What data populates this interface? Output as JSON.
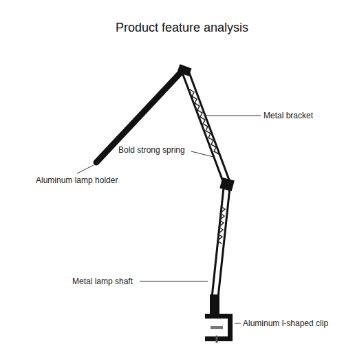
{
  "diagram": {
    "title": "Product feature analysis",
    "labels": [
      "Metal bracket",
      "Bold strong spring",
      "Aluminum lamp holder",
      "Metal lamp shaft",
      "Aluminum l-shaped clip"
    ]
  }
}
